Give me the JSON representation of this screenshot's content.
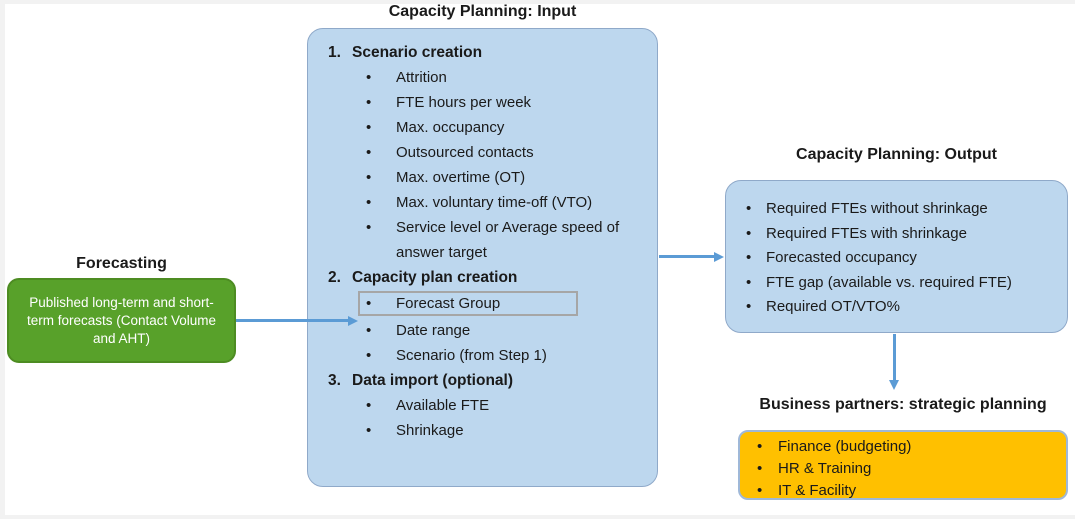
{
  "colors": {
    "accent_arrow_blue": "#5B9BD5",
    "box_blue_fill": "#BDD7EE",
    "box_blue_border": "#8FA9C9",
    "box_green_fill": "#58A12A",
    "box_green_border": "#4D8C22",
    "box_orange_fill": "#FFC000",
    "box_orange_border": "#9FB8D8",
    "highlight_rect_border": "#A6A6A6",
    "frame_gray": "#F2F2F2",
    "text_dark": "#1A1A1A"
  },
  "forecasting": {
    "title": "Forecasting",
    "box_text": "Published long-term and short-term forecasts (Contact Volume and AHT)"
  },
  "input": {
    "title": "Capacity Planning: Input",
    "sections": [
      {
        "number": "1.",
        "heading": "Scenario creation",
        "items": [
          "Attrition",
          "FTE hours per week",
          "Max. occupancy",
          "Outsourced contacts",
          "Max. overtime (OT)",
          "Max. voluntary time-off (VTO)",
          "Service level or Average speed of answer target"
        ]
      },
      {
        "number": "2.",
        "heading": "Capacity plan creation",
        "items": [
          {
            "text": "Forecast Group",
            "highlighted": true
          },
          "Date range",
          "Scenario (from Step 1)"
        ]
      },
      {
        "number": "3.",
        "heading": "Data import (optional)",
        "items": [
          "Available FTE",
          "Shrinkage"
        ]
      }
    ]
  },
  "output": {
    "title": "Capacity Planning: Output",
    "items": [
      "Required FTEs without shrinkage",
      "Required FTEs with shrinkage",
      "Forecasted occupancy",
      "FTE gap (available vs. required FTE)",
      "Required OT/VTO%"
    ]
  },
  "business_partners": {
    "title": "Business partners: strategic planning",
    "items": [
      "Finance (budgeting)",
      "HR & Training",
      "IT & Facility"
    ]
  }
}
